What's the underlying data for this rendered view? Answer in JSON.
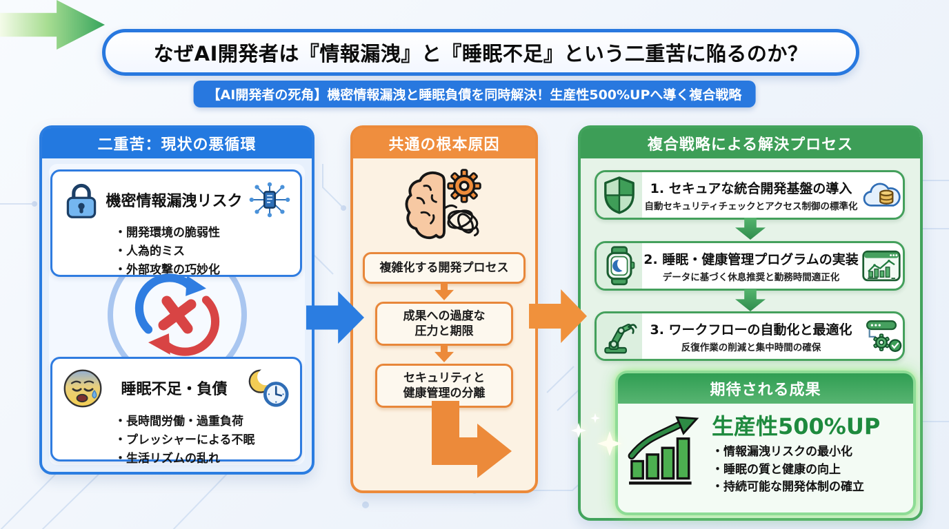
{
  "colors": {
    "blue": "#2b7de1",
    "orange": "#ec8a3a",
    "green": "#3d9e57",
    "result_green": "#1e8a3e",
    "red": "#d84444"
  },
  "header": {
    "title": "なぜAI開発者は『情報漏洩』と『睡眠不足』という二重苦に陥るのか？",
    "badge": "【AI開発者の死角】機密情報漏洩と睡眠負債を同時解決！生産性500%UPへ導く複合戦略"
  },
  "left_panel": {
    "header": "二重苦：現状の悪循環",
    "risk_card": {
      "title": "機密情報漏洩リスク",
      "bullets": [
        "・開発環境の脆弱性",
        "・人為的ミス",
        "・外部攻撃の巧妙化"
      ]
    },
    "sleep_card": {
      "title": "睡眠不足・負債",
      "bullets": [
        "・長時間労働・過重負荷",
        "・プレッシャーによる不眠",
        "・生活リズムの乱れ"
      ]
    }
  },
  "middle_panel": {
    "header": "共通の根本原因",
    "boxes": [
      {
        "lines": [
          "複雑化する開発プロセス"
        ]
      },
      {
        "lines": [
          "成果への過度な",
          "圧力と期限"
        ]
      },
      {
        "lines": [
          "セキュリティと",
          "健康管理の分離"
        ]
      }
    ]
  },
  "right_panel": {
    "header": "複合戦略による解決プロセス",
    "steps": [
      {
        "title": "1. セキュアな統合開発基盤の導入",
        "subtitle": "自動セキュリティチェックとアクセス制御の標準化"
      },
      {
        "title": "2. 睡眠・健康管理プログラムの実装",
        "subtitle": "データに基づく休息推奨と勤務時間適正化"
      },
      {
        "title": "3. ワークフローの自動化と最適化",
        "subtitle": "反復作業の削減と集中時間の確保"
      }
    ],
    "result": {
      "header": "期待される成果",
      "headline": "生産性500%UP",
      "bullets": [
        "・情報漏洩リスクの最小化",
        "・睡眠の質と健康の向上",
        "・持続可能な開発体制の確立"
      ]
    }
  }
}
